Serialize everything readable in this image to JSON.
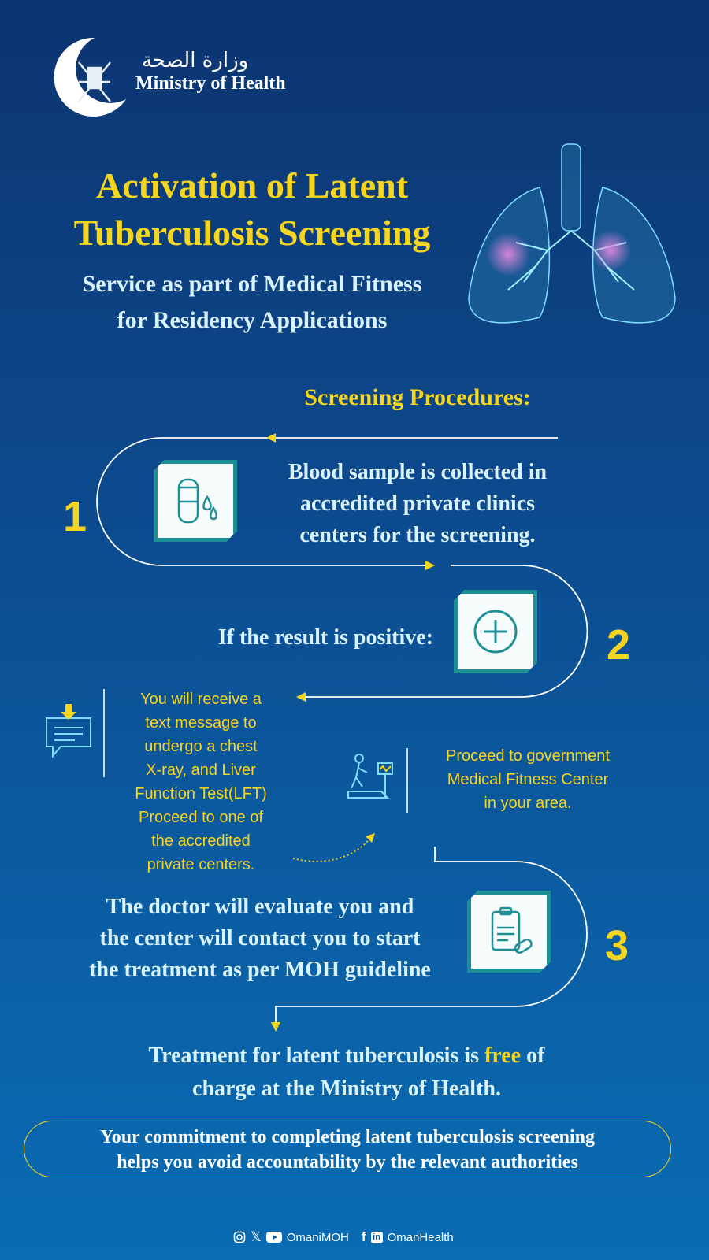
{
  "header": {
    "logo_arabic": "وزارة الصحة",
    "logo_english": "Ministry of Health"
  },
  "title": {
    "line1": "Activation of Latent",
    "line2": "Tuberculosis Screening"
  },
  "subtitle": {
    "line1": "Service as part of Medical Fitness",
    "line2": "for Residency Applications"
  },
  "procedures_heading": "Screening Procedures:",
  "steps": [
    {
      "number": "1",
      "icon": "test-tube-blood-icon",
      "lines": [
        "Blood sample is collected in",
        "accredited private clinics",
        "centers for the screening."
      ]
    },
    {
      "number": "2",
      "icon": "plus-circle-icon",
      "lines": [
        "If the result is positive:"
      ]
    },
    {
      "number": "3",
      "icon": "clipboard-pill-icon",
      "lines": [
        "The doctor will evaluate you and",
        "the center will contact you to start",
        "the treatment as per MOH guideline"
      ]
    }
  ],
  "branch_left": {
    "icon": "message-download-icon",
    "lines": [
      "You will receive a",
      "text message to",
      "undergo a chest",
      "X-ray, and Liver",
      "Function Test(LFT)",
      "Proceed to one of",
      "the accredited",
      "private centers."
    ]
  },
  "branch_right": {
    "icon": "treadmill-fitness-icon",
    "lines": [
      "Proceed to government",
      "Medical Fitness Center",
      "in your area."
    ]
  },
  "free_note": {
    "before": "Treatment for latent tuberculosis is ",
    "highlight": "free",
    "after": " of",
    "line2": "charge at the Ministry of Health."
  },
  "commitment": {
    "line1": "Your commitment to completing latent tuberculosis screening",
    "line2": "helps you avoid accountability by the relevant authorities"
  },
  "footer": {
    "handle1": "OmaniMOH",
    "handle2": "OmanHealth",
    "icons": [
      "instagram-icon",
      "x-icon",
      "youtube-icon",
      "facebook-icon",
      "linkedin-icon"
    ]
  },
  "colors": {
    "accent": "#f6d51e",
    "text": "#d8f3fb",
    "teal": "#1f8f96"
  }
}
